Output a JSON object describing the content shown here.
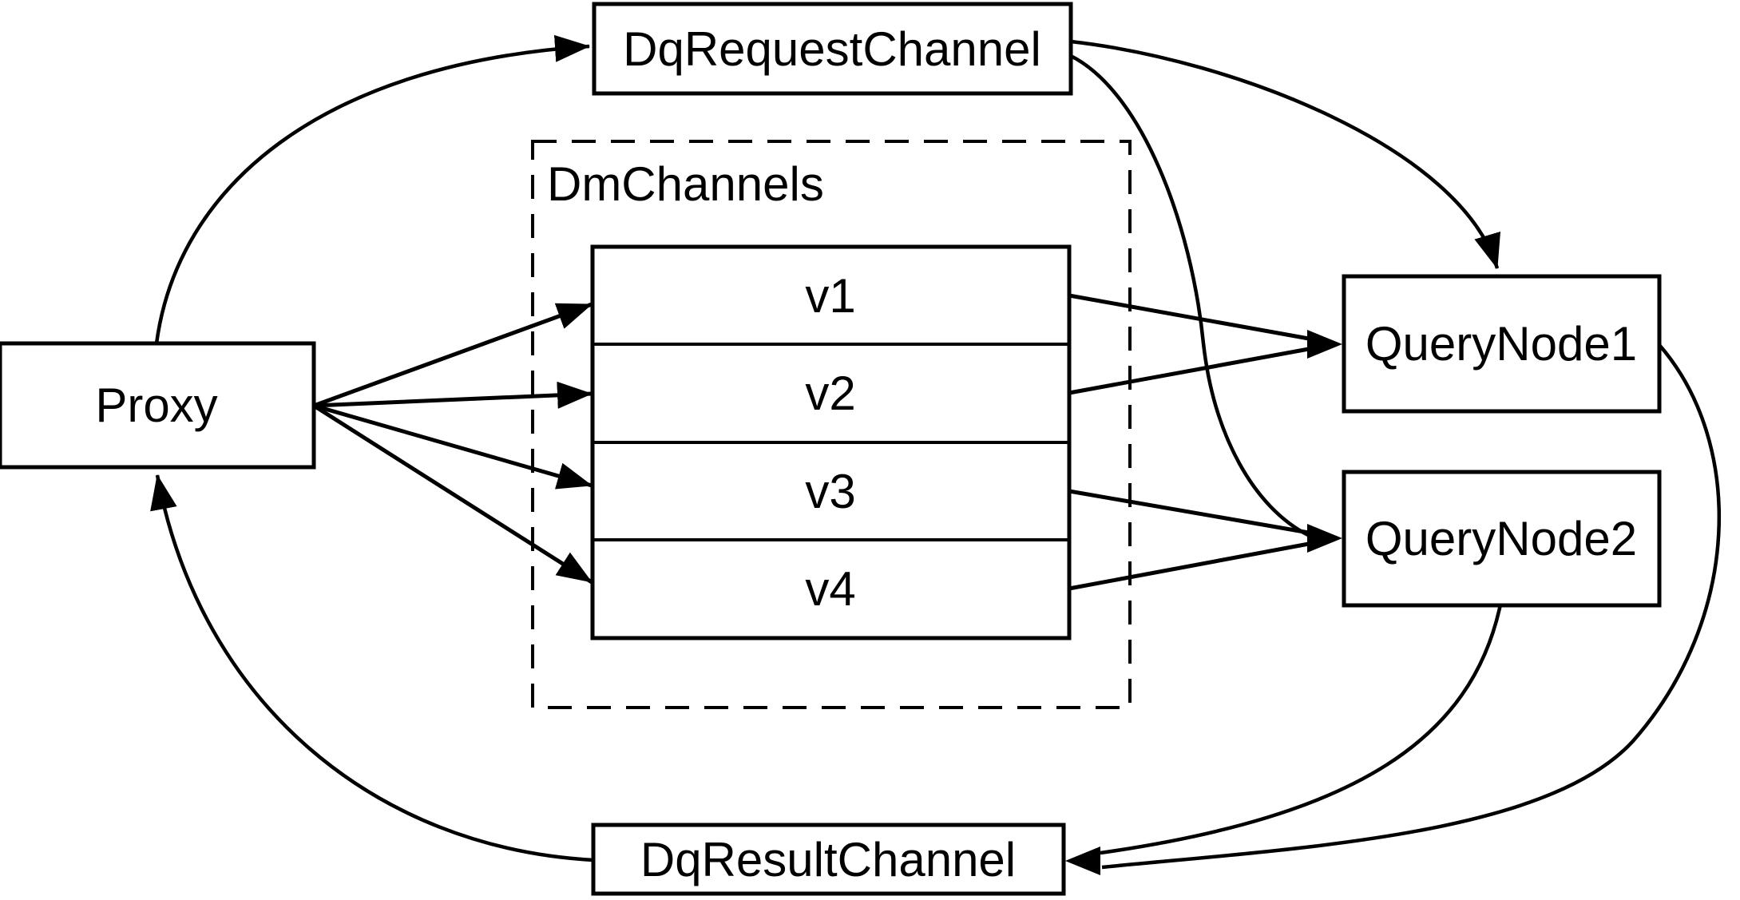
{
  "diagram": {
    "background_color": "#ffffff",
    "line_color": "#000000",
    "nodes": {
      "proxy": {
        "label": "Proxy"
      },
      "dq_request_channel": {
        "label": "DqRequestChannel"
      },
      "dm_channels": {
        "label": "DmChannels",
        "channels": [
          "v1",
          "v2",
          "v3",
          "v4"
        ]
      },
      "query_node_1": {
        "label": "QueryNode1"
      },
      "query_node_2": {
        "label": "QueryNode2"
      },
      "dq_result_channel": {
        "label": "DqResultChannel"
      }
    },
    "edges": [
      {
        "from": "Proxy",
        "to": "DqRequestChannel"
      },
      {
        "from": "Proxy",
        "to": "v1"
      },
      {
        "from": "Proxy",
        "to": "v2"
      },
      {
        "from": "Proxy",
        "to": "v3"
      },
      {
        "from": "Proxy",
        "to": "v4"
      },
      {
        "from": "v1",
        "to": "QueryNode1"
      },
      {
        "from": "v2",
        "to": "QueryNode1"
      },
      {
        "from": "v3",
        "to": "QueryNode2"
      },
      {
        "from": "v4",
        "to": "QueryNode2"
      },
      {
        "from": "DqRequestChannel",
        "to": "QueryNode1"
      },
      {
        "from": "DqRequestChannel",
        "to": "QueryNode2"
      },
      {
        "from": "QueryNode1",
        "to": "DqResultChannel"
      },
      {
        "from": "QueryNode2",
        "to": "DqResultChannel"
      },
      {
        "from": "DqResultChannel",
        "to": "Proxy"
      }
    ]
  }
}
